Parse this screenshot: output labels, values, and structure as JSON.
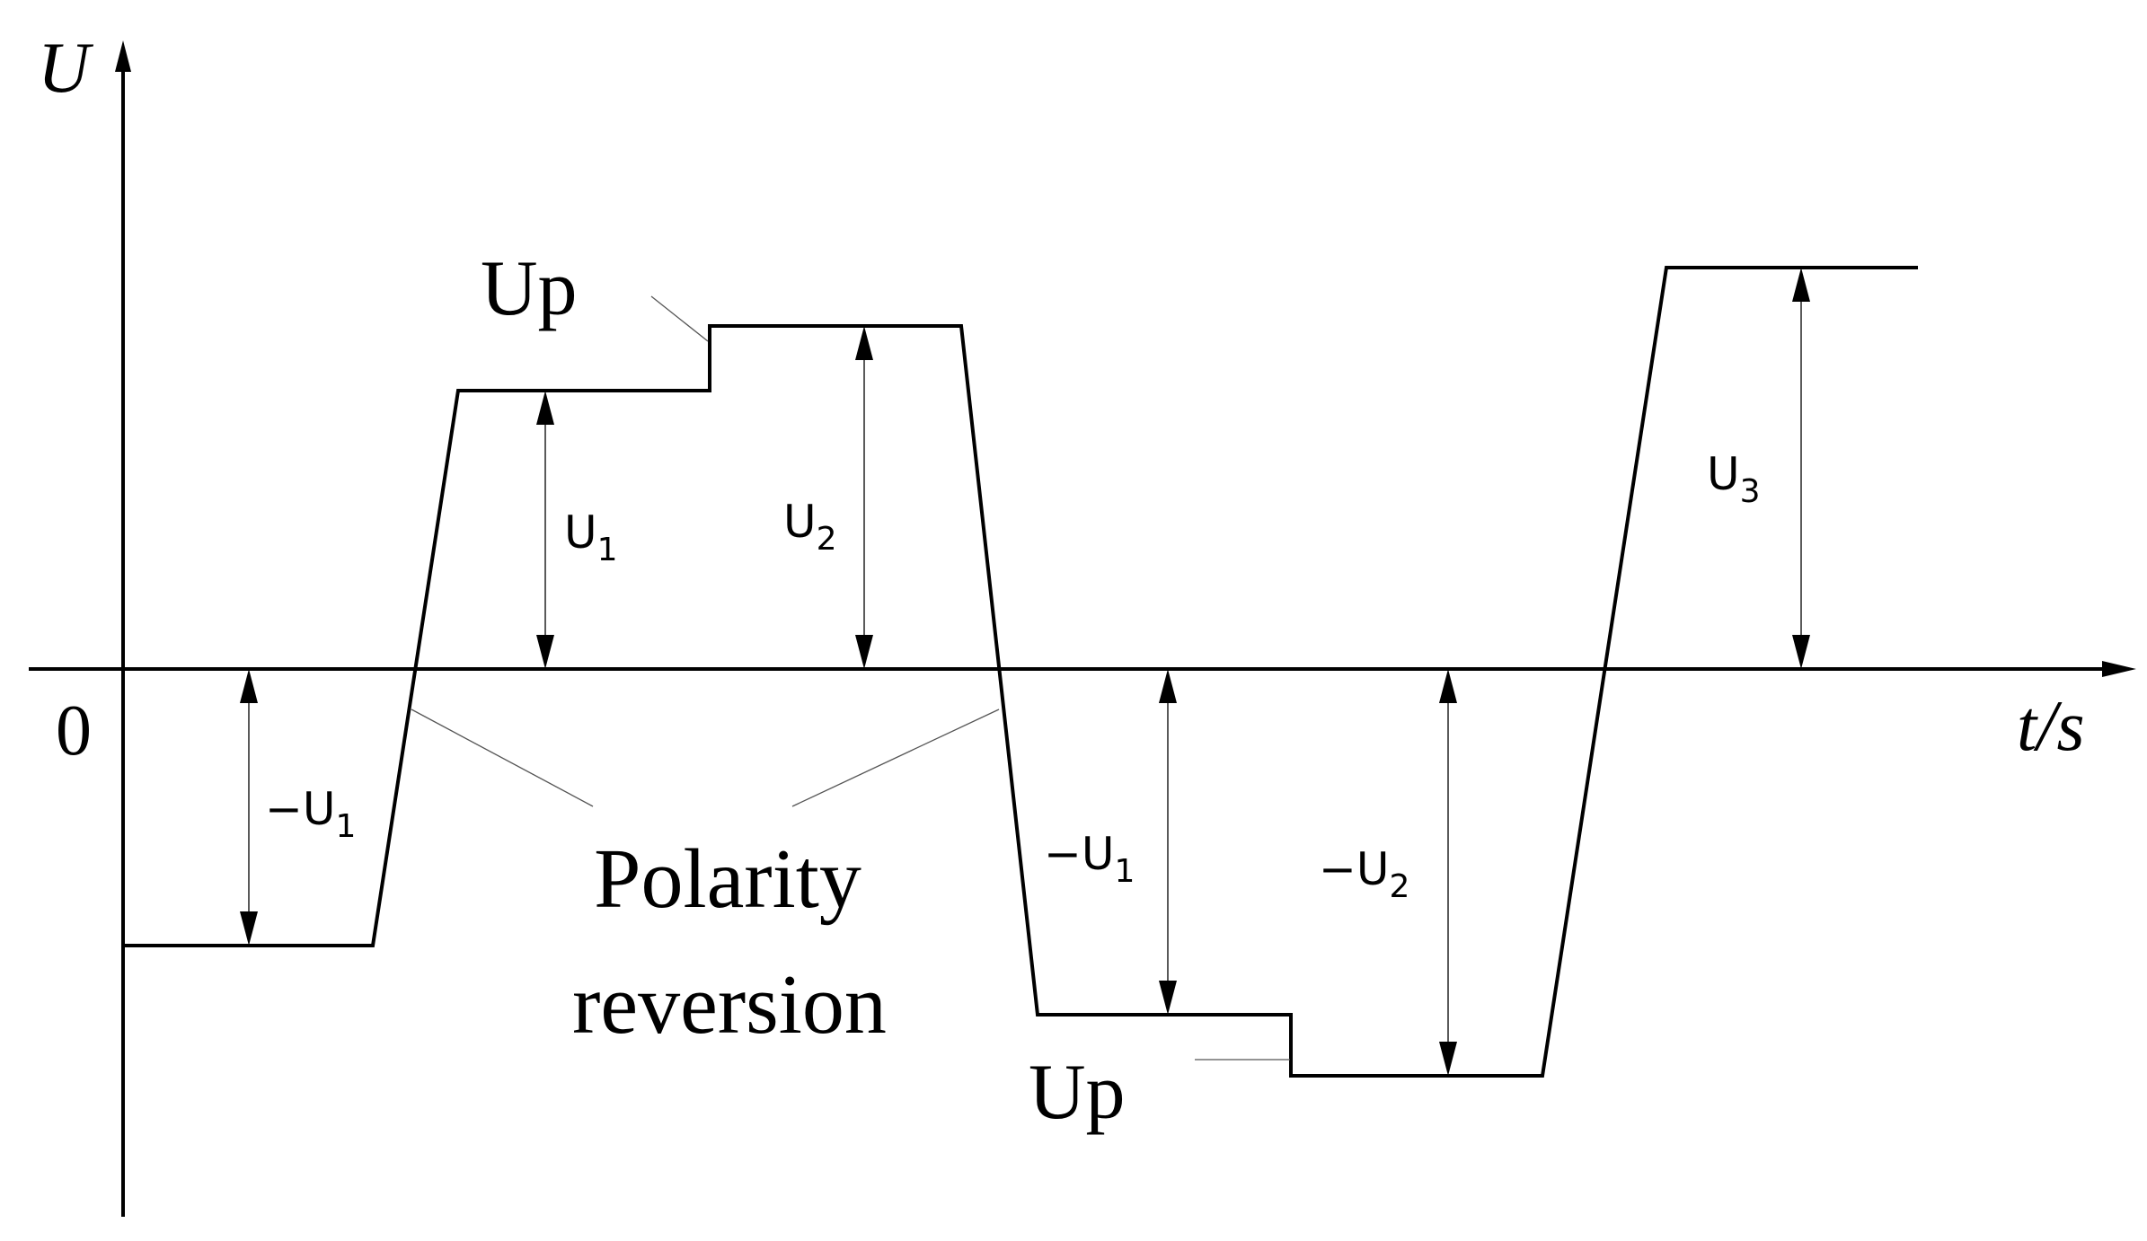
{
  "axes": {
    "y_label": "U",
    "x_label": "t/s",
    "origin_label": "0"
  },
  "dimension_labels": [
    {
      "id": "neg-u1-first",
      "text": "−U",
      "sub": "1"
    },
    {
      "id": "u1",
      "text": "U",
      "sub": "1"
    },
    {
      "id": "u2",
      "text": "U",
      "sub": "2"
    },
    {
      "id": "neg-u1-second",
      "text": "−U",
      "sub": "1"
    },
    {
      "id": "neg-u2",
      "text": "−U",
      "sub": "2"
    },
    {
      "id": "u3",
      "text": "U",
      "sub": "3"
    }
  ],
  "annotations": {
    "up_top": "Up",
    "up_bottom": "Up",
    "polarity_line1": "Polarity",
    "polarity_line2": "reversion"
  }
}
